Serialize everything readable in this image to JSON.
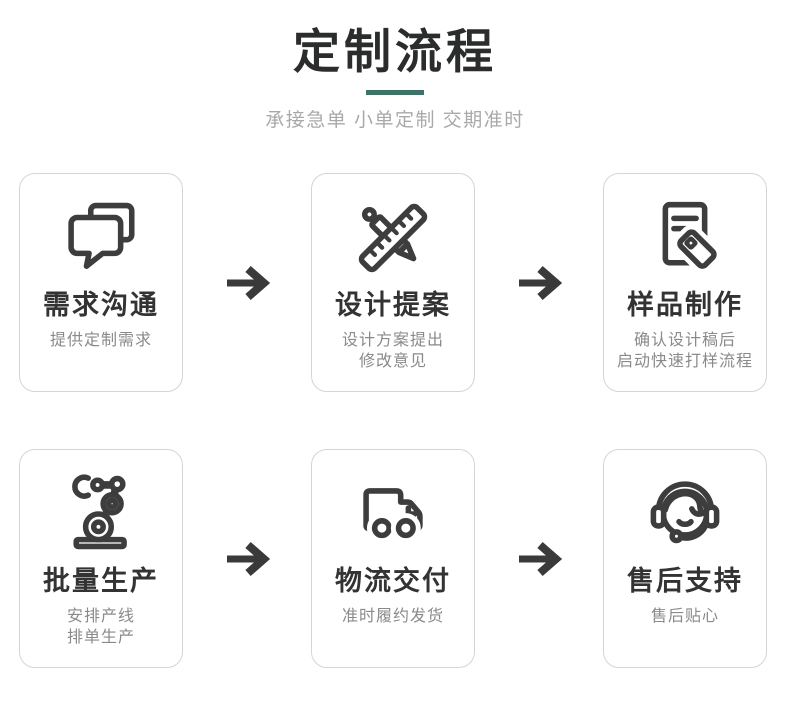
{
  "header": {
    "title": "定制流程",
    "subtitle": "承接急单 小单定制 交期准时"
  },
  "flow": {
    "arrow_icon": "arrow-right-icon",
    "arrow_count": 4,
    "layout": "2 rows x 3 steps"
  },
  "steps": [
    {
      "icon": "chat-bubbles-icon",
      "title": "需求沟通",
      "desc": [
        "提供定制需求"
      ]
    },
    {
      "icon": "ruler-pencil-icon",
      "title": "设计提案",
      "desc": [
        "设计方案提出",
        "修改意见"
      ]
    },
    {
      "icon": "document-tag-icon",
      "title": "样品制作",
      "desc": [
        "确认设计稿后",
        "启动快速打样流程"
      ]
    },
    {
      "icon": "robot-arm-icon",
      "title": "批量生产",
      "desc": [
        "安排产线",
        "排单生产"
      ]
    },
    {
      "icon": "delivery-truck-icon",
      "title": "物流交付",
      "desc": [
        "准时履约发货"
      ]
    },
    {
      "icon": "headset-support-icon",
      "title": "售后支持",
      "desc": [
        "售后贴心"
      ]
    }
  ],
  "colors": {
    "background": "#ffffff",
    "accent_divider": "#3e7467",
    "title_text": "#2b2d2c",
    "subtitle_text": "#a9a9a9",
    "card_border": "#d5d5d5",
    "card_title_text": "#333333",
    "card_desc_text": "#8a8a8a",
    "icon_stroke": "#3d3d3d",
    "arrow": "#3a3a3a"
  }
}
